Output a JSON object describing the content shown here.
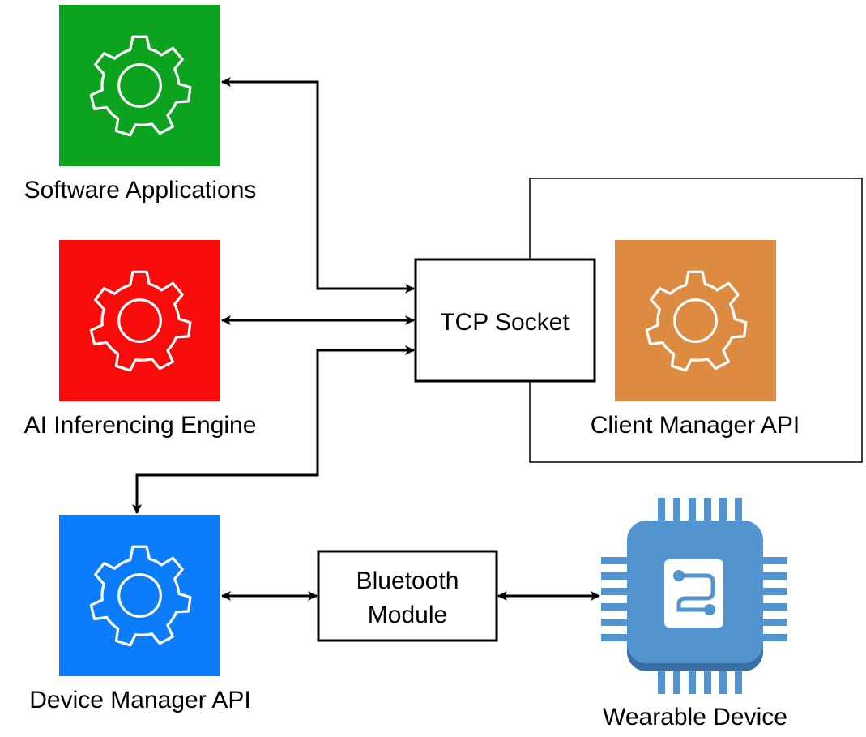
{
  "nodes": {
    "software_applications": {
      "label": "Software Applications",
      "color": "#0ca41e"
    },
    "ai_inferencing_engine": {
      "label": "AI Inferencing Engine",
      "color": "#f70b0b"
    },
    "device_manager_api": {
      "label": "Device Manager API",
      "color": "#0b7dfa"
    },
    "client_manager_api": {
      "label": "Client Manager API",
      "color": "#de8b42"
    },
    "tcp_socket": {
      "label": "TCP Socket"
    },
    "bluetooth_module": {
      "line1": "Bluetooth",
      "line2": "Module"
    },
    "wearable_device": {
      "label": "Wearable Device",
      "color": "#5294cf"
    }
  },
  "icons": {
    "service": "gear-icon",
    "device": "microchip-icon"
  }
}
